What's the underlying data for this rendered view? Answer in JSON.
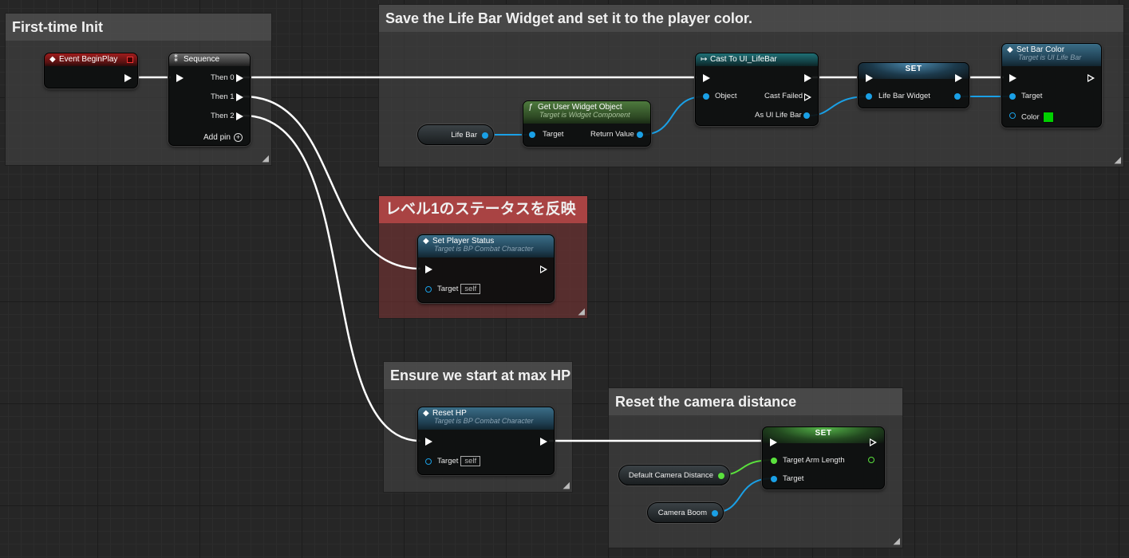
{
  "comments": {
    "first_time_init": "First-time Init",
    "save_life_bar": "Save the Life Bar Widget and set it to the player color.",
    "level1_status": "レベル1のステータスを反映",
    "max_hp": "Ensure we start at max HP",
    "camera_distance": "Reset the camera distance"
  },
  "nodes": {
    "event_begin_play": {
      "title": "Event BeginPlay"
    },
    "sequence": {
      "title": "Sequence",
      "pins": [
        "Then 0",
        "Then 1",
        "Then 2"
      ],
      "add_pin": "Add pin"
    },
    "cast_to": {
      "title": "Cast To UI_LifeBar",
      "in_object": "Object",
      "cast_failed": "Cast Failed",
      "as_ui_life_bar": "As UI Life Bar"
    },
    "get_user_widget": {
      "title": "Get User Widget Object",
      "subtitle": "Target is Widget Component",
      "target": "Target",
      "return_value": "Return Value"
    },
    "life_bar_var": {
      "label": "Life Bar"
    },
    "set_life_bar": {
      "title": "SET",
      "pin": "Life Bar Widget"
    },
    "set_bar_color": {
      "title": "Set Bar Color",
      "subtitle": "Target is UI Life Bar",
      "target": "Target",
      "color": "Color",
      "color_value": "#00d000"
    },
    "set_player_status": {
      "title": "Set Player Status",
      "subtitle": "Target is BP Combat Character",
      "target": "Target",
      "self": "self"
    },
    "reset_hp": {
      "title": "Reset HP",
      "subtitle": "Target is BP Combat Character",
      "target": "Target",
      "self": "self"
    },
    "set_arm_length": {
      "title": "SET",
      "arm": "Target Arm Length",
      "target": "Target"
    },
    "default_camera_distance": {
      "label": "Default Camera Distance"
    },
    "camera_boom": {
      "label": "Camera Boom"
    }
  },
  "colors": {
    "exec": "#ffffff",
    "object": "#1aa0e6",
    "float": "#5ae13d",
    "comment_red": "#a94343"
  }
}
